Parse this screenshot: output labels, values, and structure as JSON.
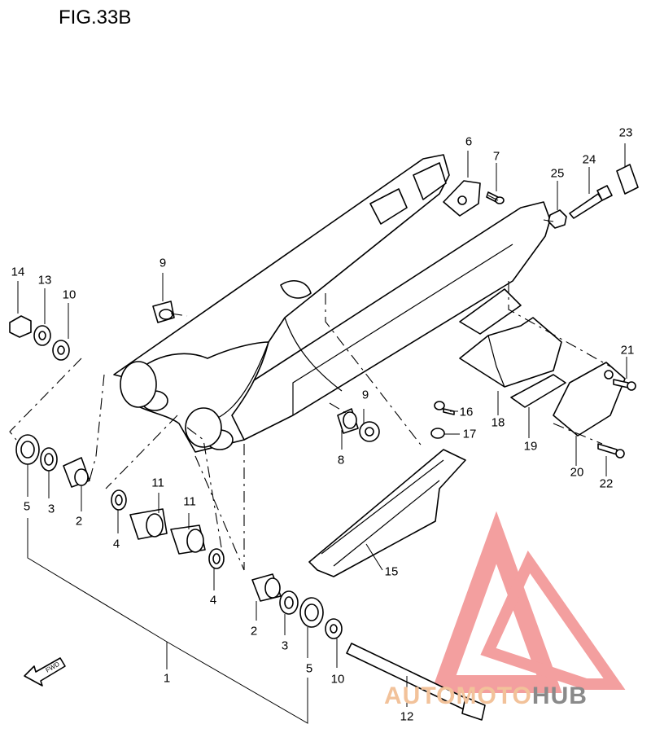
{
  "figure": {
    "title": "FIG.33B"
  },
  "callouts": [
    "1",
    "2",
    "2",
    "3",
    "3",
    "4",
    "4",
    "5",
    "5",
    "6",
    "7",
    "8",
    "9",
    "9",
    "10",
    "10",
    "11",
    "11",
    "12",
    "13",
    "14",
    "15",
    "16",
    "17",
    "18",
    "19",
    "20",
    "21",
    "22",
    "23",
    "24",
    "25"
  ],
  "forward_arrow": {
    "label": "FWD"
  },
  "watermark": {
    "part1": "AUTO",
    "part2": "MOTO",
    "part3": "HUB",
    "color_primary": "#f07f7f",
    "color_text": "#f2c29a",
    "color_gray": "#8a8a8a"
  }
}
